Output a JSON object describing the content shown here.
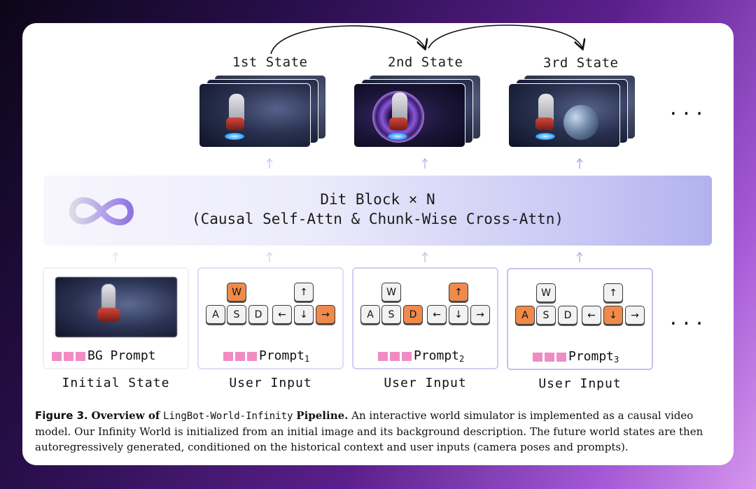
{
  "top": {
    "states": [
      {
        "label": "1st State"
      },
      {
        "label": "2nd State"
      },
      {
        "label": "3rd State"
      }
    ],
    "ellipsis": "..."
  },
  "dit": {
    "line1": "Dit Block × N",
    "line2": "(Causal Self-Attn & Chunk-Wise Cross-Attn)"
  },
  "inputs": {
    "initial": {
      "prompt": "BG Prompt",
      "label": "Initial State"
    },
    "boxes": [
      {
        "prompt": "Prompt",
        "sub": "1",
        "label": "User Input",
        "active_keys": [
          "W",
          "→"
        ]
      },
      {
        "prompt": "Prompt",
        "sub": "2",
        "label": "User Input",
        "active_keys": [
          "D",
          "↑"
        ]
      },
      {
        "prompt": "Prompt",
        "sub": "3",
        "label": "User Input",
        "active_keys": [
          "A",
          "↓"
        ]
      }
    ],
    "keys": {
      "w": "W",
      "a": "A",
      "s": "S",
      "d": "D",
      "up": "↑",
      "left": "←",
      "down": "↓",
      "right": "→"
    },
    "ellipsis": "..."
  },
  "caption": {
    "fig": "Figure 3.",
    "title_a": "Overview of",
    "title_mono": "LingBot-World-Infinity",
    "title_b": "Pipeline.",
    "body": "An interactive world simulator is implemented as a causal video model. Our Infinity World is initialized from an initial image and its background description. The future world states are then autoregressively generated, conditioned on the historical context and user inputs (camera poses and prompts)."
  },
  "colors": {
    "active_key": "#f08a4b",
    "prompt_mark": "#f08cc3",
    "dit_gradient_end": "#b2b1ef"
  }
}
